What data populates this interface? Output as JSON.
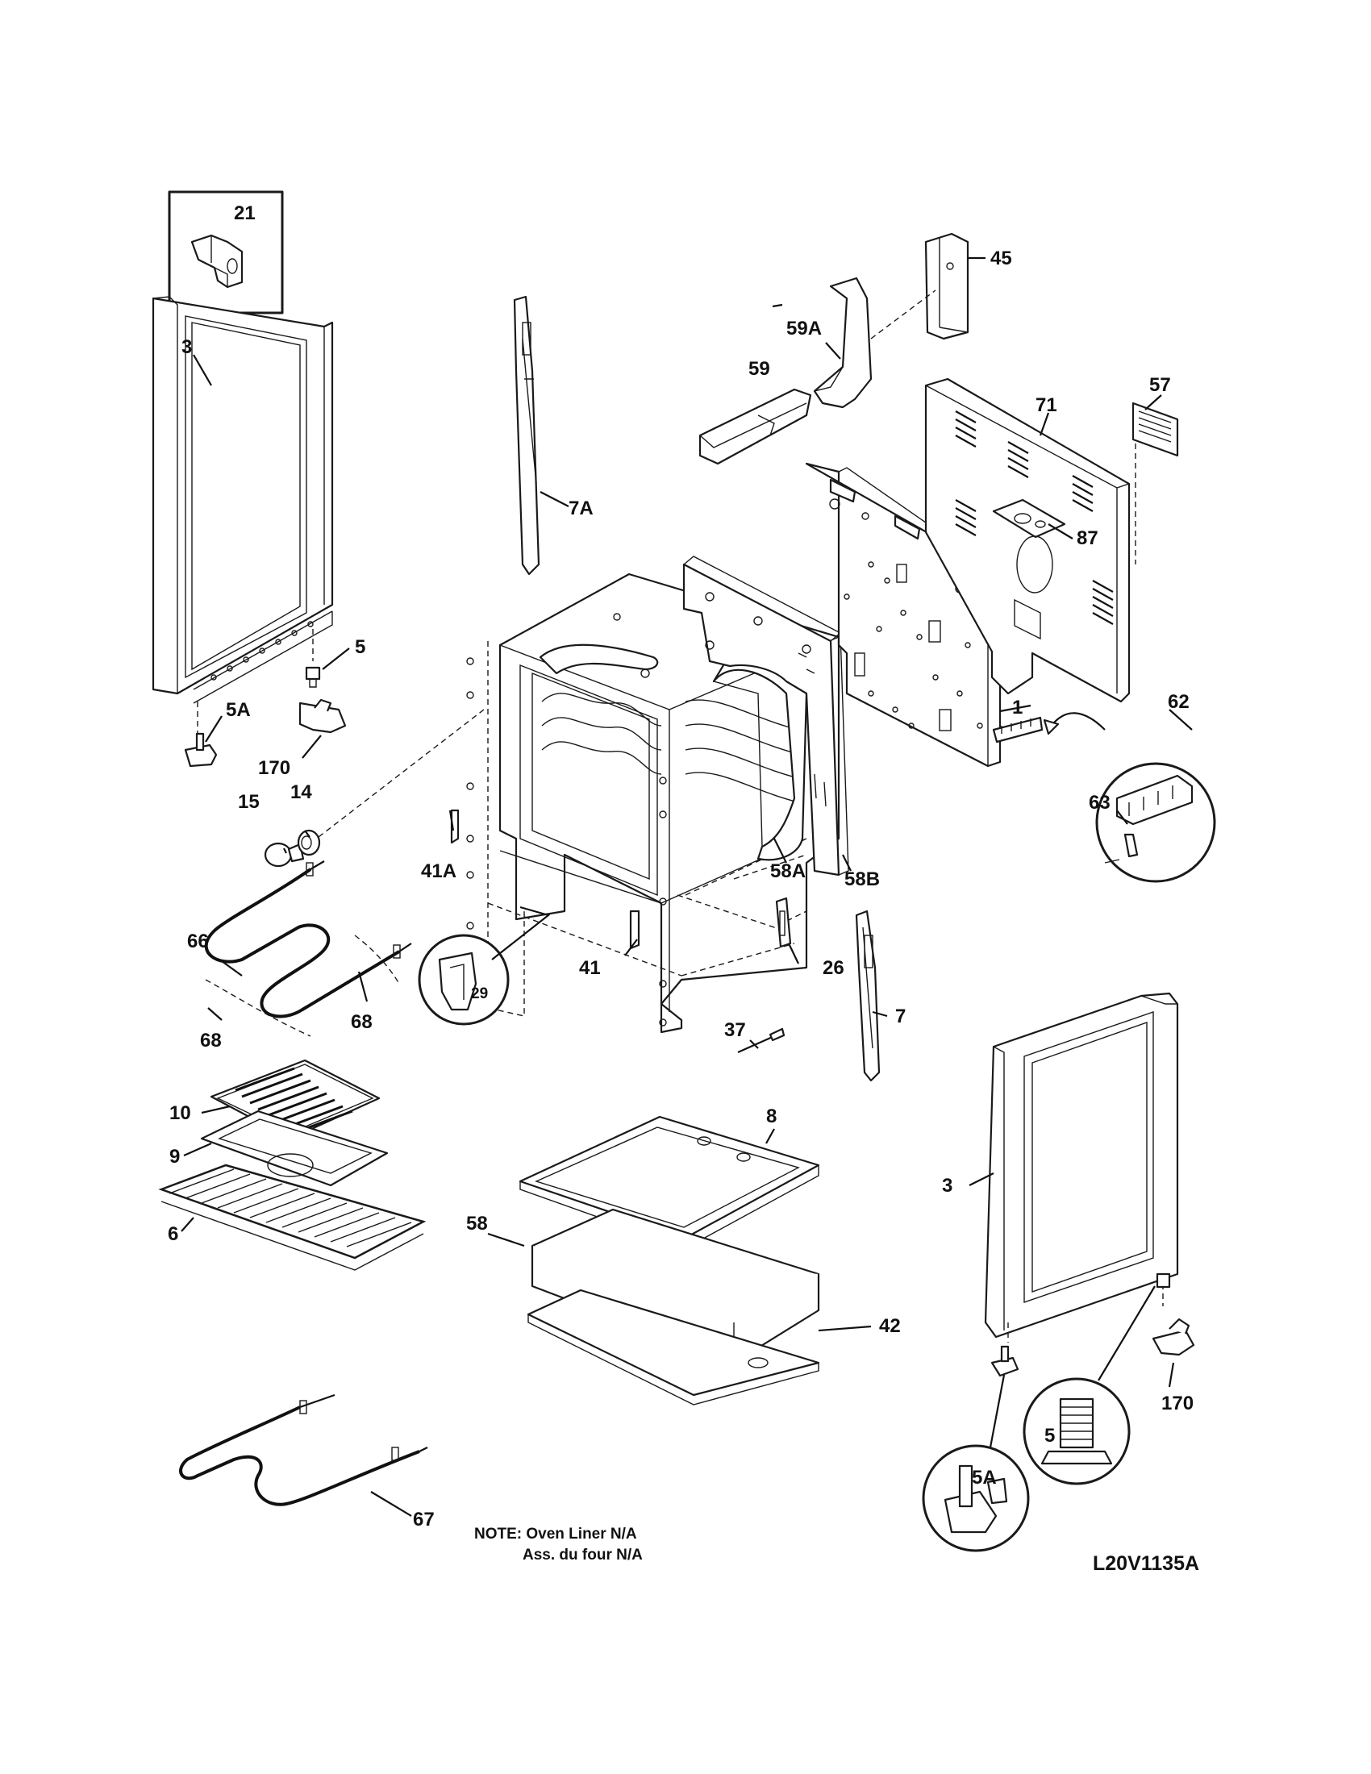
{
  "diagram": {
    "drawing_code": "L20V1135A",
    "note_line1": "NOTE: Oven Liner N/A",
    "note_line2": "Ass. du four N/A",
    "callouts": {
      "c21": "21",
      "c3_left": "3",
      "c5_left": "5",
      "c5a_left": "5A",
      "c170_left": "170",
      "c14": "14",
      "c15": "15",
      "c7a": "7A",
      "c59a": "59A",
      "c59": "59",
      "c45": "45",
      "c57": "57",
      "c71": "71",
      "c87": "87",
      "c1": "1",
      "c62": "62",
      "c63": "63",
      "c58a": "58A",
      "c58b": "58B",
      "c41a": "41A",
      "c41": "41",
      "c29": "29",
      "c66": "66",
      "c68_left": "68",
      "c68_right": "68",
      "c26": "26",
      "c7": "7",
      "c37": "37",
      "c10": "10",
      "c9": "9",
      "c6": "6",
      "c8": "8",
      "c58": "58",
      "c42": "42",
      "c3_right": "3",
      "c170_right": "170",
      "c5_right": "5",
      "c5a_right": "5A",
      "c67": "67"
    }
  }
}
